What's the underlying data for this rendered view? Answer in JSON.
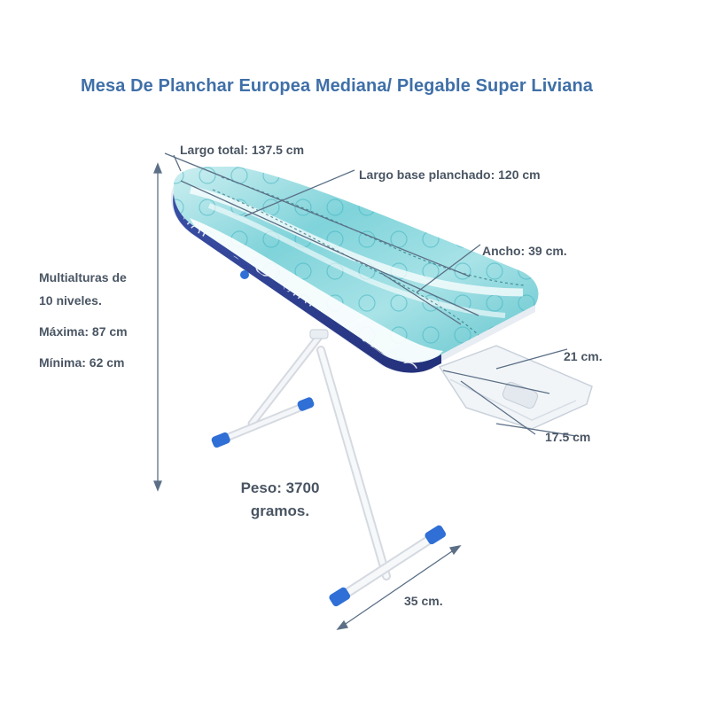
{
  "title": "Mesa De Planchar Europea Mediana/ Plegable Super Liviana",
  "labels": {
    "largo_total": "Largo total: 137.5 cm",
    "largo_base": "Largo base planchado: 120 cm",
    "ancho": "Ancho: 39 cm.",
    "multialturas_1": "Multialturas de",
    "multialturas_2": "10 niveles.",
    "maxima": "Máxima: 87 cm",
    "minima": "Mínima: 62 cm",
    "rest_width": "21 cm.",
    "rest_length": "17.5 cm",
    "peso_1": "Peso: 3700",
    "peso_2": "gramos.",
    "base_width": "35 cm."
  },
  "colors": {
    "title": "#3f6fa8",
    "text": "#4a5563",
    "dimension_line": "#5b6f86",
    "cover_teal": "#5cc6cf",
    "cover_navy": "#2c3e8f",
    "leg_white": "#f2f4f7",
    "foot_blue": "#2f6fd6"
  }
}
